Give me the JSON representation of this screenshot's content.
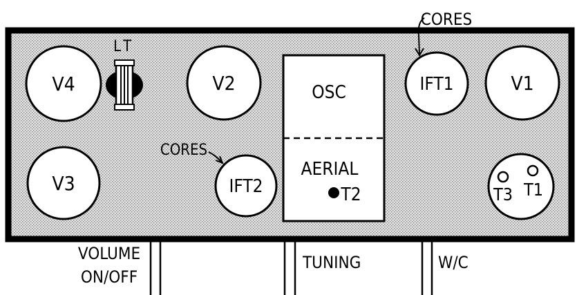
{
  "labels": {
    "v4": "V4",
    "v2": "V2",
    "v1": "V1",
    "v3": "V3",
    "ift1": "IFT1",
    "ift2": "IFT2",
    "osc": "OSC",
    "aerial": "AERIAL",
    "t1": "T1",
    "t2": "T2",
    "t3": "T3",
    "lt": "LT",
    "cores_top": "CORES",
    "cores_left": "CORES",
    "volume": "VOLUME",
    "on_off": "ON/OFF",
    "tuning": "TUNING",
    "wc": "W/C"
  },
  "colors": {
    "ink": "#000000",
    "chassis_fill": "#d9d9d9",
    "paper": "#ffffff"
  }
}
